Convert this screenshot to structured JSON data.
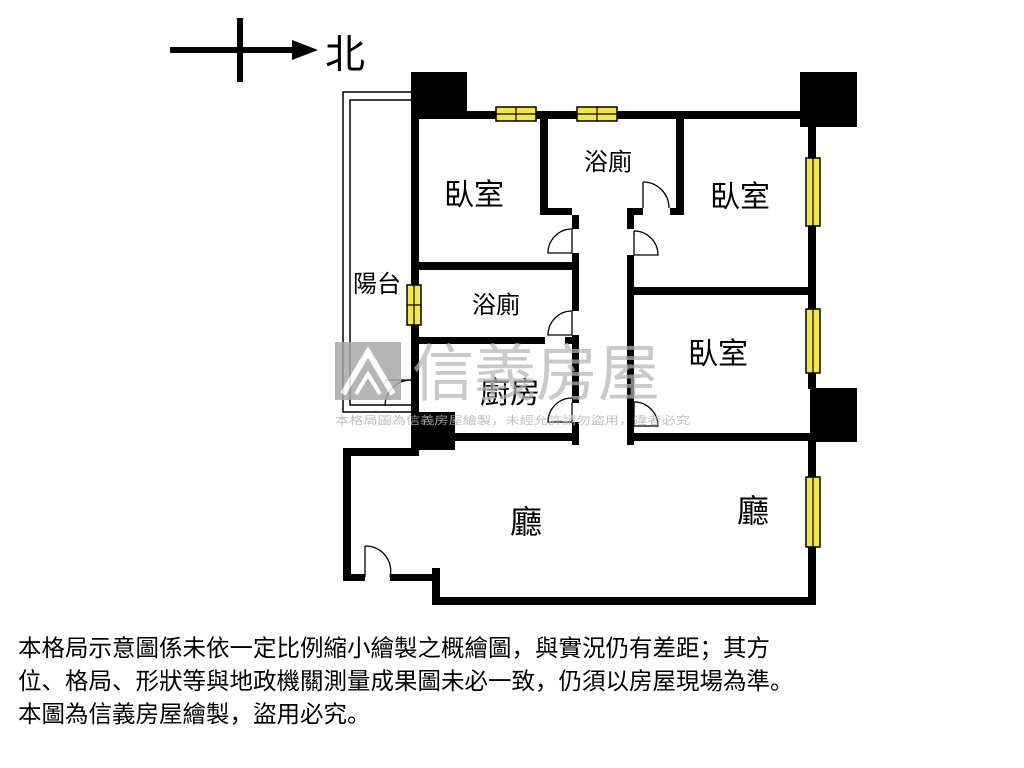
{
  "compass": {
    "label": "北"
  },
  "rooms": {
    "bedroom_top_left": "臥室",
    "bath_top": "浴廁",
    "bedroom_top_right": "臥室",
    "balcony": "陽台",
    "bath_middle": "浴廁",
    "bedroom_middle_right": "臥室",
    "kitchen": "廚房",
    "living_left": "廳",
    "living_right": "廳"
  },
  "watermark": {
    "brand": "信義房屋",
    "caption": "本格局圖為信義房屋繪製，未經允許請勿盜用，違者必究",
    "colors": {
      "logo": "#a9a9a9",
      "text": "#b5b5b5"
    }
  },
  "disclaimer": {
    "lines": [
      "本格局示意圖係未依一定比例縮小繪製之概繪圖，與實況仍有差距；其方",
      "位、格局、形狀等與地政機關測量成果圖未必一致，仍須以房屋現場為準。",
      "本圖為信義房屋繪製，盜用必究。"
    ]
  },
  "colors": {
    "wall": "#000000",
    "window": "#f2e64a",
    "background": "#ffffff"
  }
}
